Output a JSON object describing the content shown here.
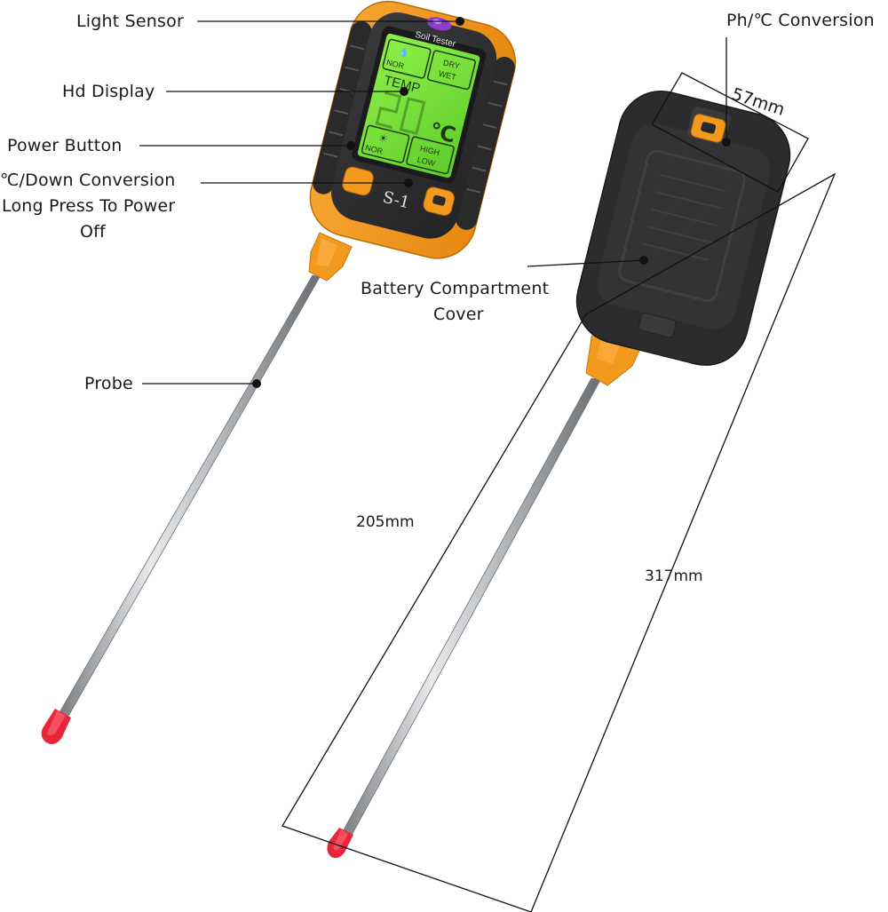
{
  "callouts": {
    "light_sensor": "Light Sensor",
    "hd_display": "Hd Display",
    "power_button": "Power Button",
    "down_conversion_l1": "℃/Down Conversion",
    "down_conversion_l2": "Long Press To Power",
    "down_conversion_l3": "Off",
    "probe": "Probe",
    "ph_conversion": "Ph/℃ Conversion",
    "battery_l1": "Battery Compartment",
    "battery_l2": "Cover"
  },
  "dimensions": {
    "width": "57mm",
    "probe_length": "205mm",
    "total_length": "317mm"
  },
  "device_screen": {
    "brand": "Soil Tester",
    "mode": "TEMP",
    "unit": "℃",
    "nor1": "NOR",
    "dry": "DRY",
    "wet": "WET",
    "nor2": "NOR",
    "high": "HIGH",
    "low": "LOW",
    "model": "S-1"
  },
  "colors": {
    "body_orange": "#F39A1E",
    "body_dark": "#2E2E30",
    "screen_green": "#7DE03C",
    "tip_red": "#E8263A"
  }
}
